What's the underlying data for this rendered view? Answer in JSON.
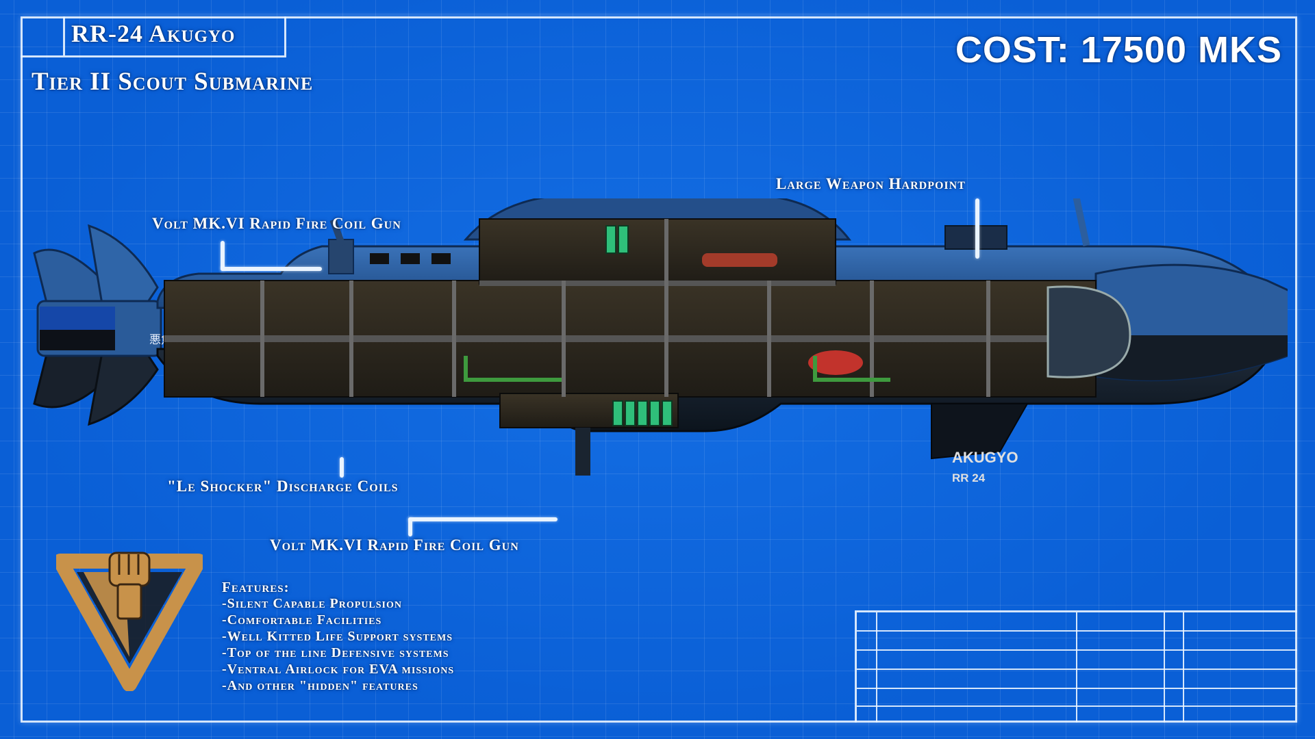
{
  "header": {
    "title": "RR-24 Akugyo",
    "subtitle": "Tier II Scout Submarine",
    "cost": "COST: 17500 MKS"
  },
  "callouts": {
    "top_gun": "Volt MK.VI Rapid Fire Coil Gun",
    "hardpoint": "Large Weapon Hardpoint",
    "coils": "\"Le Shocker\" Discharge Coils",
    "bottom_gun": "Volt MK.VI Rapid Fire Coil Gun"
  },
  "hull": {
    "name_plate": "AKUGYO",
    "hull_number": "RR 24",
    "stern_kanji": "悪魚"
  },
  "features": {
    "heading": "Features:",
    "items": [
      "-Silent Capable Propulsion",
      "-Comfortable Facilities",
      "-Well Kitted Life Support systems",
      "-Top of the line Defensive systems",
      "-Ventral Airlock for EVA missions",
      "-And other \"hidden\" features"
    ]
  },
  "colors": {
    "background": "#0a5fd6",
    "line": "#eaf4ff",
    "hull_blue": "#23579a",
    "hull_dark": "#13202e",
    "logo_gold": "#c8924a"
  },
  "icons": {
    "logo": "raised-fist-triangle-logo"
  }
}
